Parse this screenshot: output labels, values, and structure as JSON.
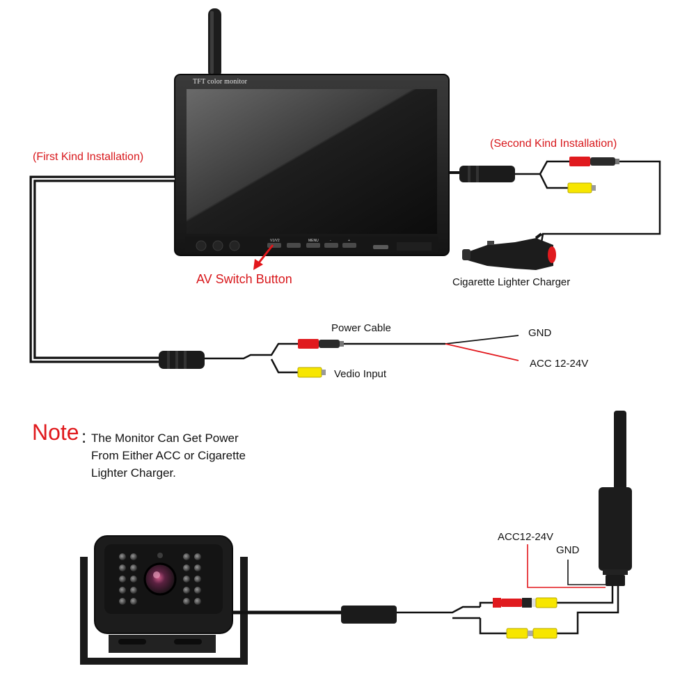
{
  "labels": {
    "first_kind": "(First Kind Installation)",
    "second_kind": "(Second Kind Installation)",
    "av_switch": "AV Switch Button",
    "cigarette_charger": "Cigarette Lighter Charger",
    "power_cable": "Power Cable",
    "gnd_top": "GND",
    "acc_top": "ACC 12-24V",
    "video_input": "Vedio Input",
    "acc_bottom": "ACC12-24V",
    "gnd_bottom": "GND"
  },
  "monitor": {
    "brand_text": "TFT color monitor",
    "buttons": [
      "V1/V2",
      "MENU",
      "-",
      "+"
    ]
  },
  "note": {
    "word": "Note",
    "colon": ":",
    "lines": [
      "The Monitor Can Get Power",
      "From Either ACC or Cigarette",
      "Lighter Charger."
    ]
  },
  "colors": {
    "label_red": "#d8171b",
    "wire_red": "#e2161b",
    "wire_black": "#111111",
    "plug_yellow": "#f7e600",
    "plug_red": "#e01a1e",
    "device_body": "#1c1c1c"
  }
}
